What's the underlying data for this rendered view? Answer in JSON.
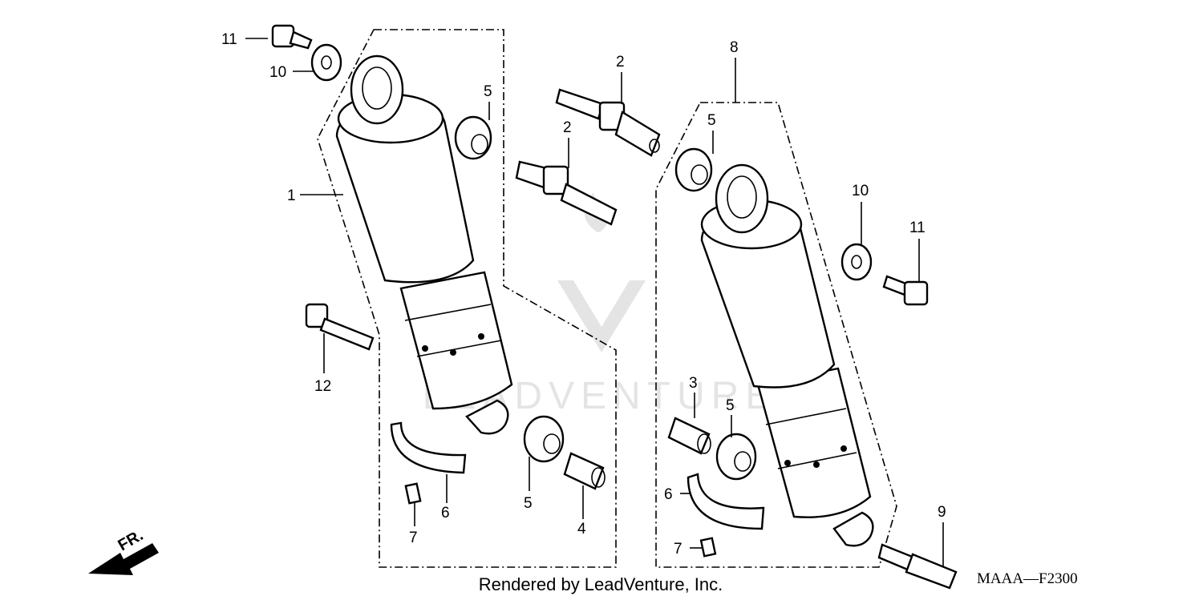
{
  "diagram": {
    "callouts": {
      "c1": "1",
      "c2a": "2",
      "c2b": "2",
      "c3": "3",
      "c4": "4",
      "c5a": "5",
      "c5b": "5",
      "c5c": "5",
      "c5d": "5",
      "c6a": "6",
      "c6b": "6",
      "c7a": "7",
      "c7b": "7",
      "c8": "8",
      "c9": "9",
      "c10a": "10",
      "c10b": "10",
      "c11a": "11",
      "c11b": "11",
      "c12": "12"
    },
    "direction_label": "FR.",
    "diagram_code": "MAAA—F2300",
    "footer": "Rendered by LeadVenture, Inc.",
    "watermark": "LEADVENTURE"
  }
}
